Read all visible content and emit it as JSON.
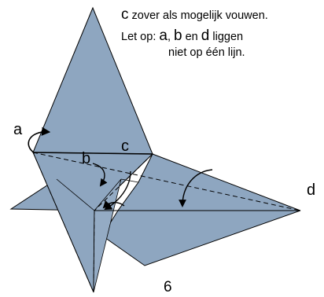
{
  "instructions": {
    "line1_letter": "c",
    "line1_rest": " zover als mogelijk vouwen.",
    "line2_prefix": "Let op: ",
    "line2_a": "a",
    "line2_sep1": ", ",
    "line2_b": "b",
    "line2_sep2": " en ",
    "line2_d": "d",
    "line2_rest": " liggen",
    "line3": "niet op één  lijn."
  },
  "points": {
    "a": "a",
    "b": "b",
    "c": "c",
    "d": "d"
  },
  "step_number": "6",
  "colors": {
    "paper": "#8ea6c0",
    "outline": "#000000",
    "fold_line": "#000000",
    "arrow": "#000000"
  }
}
